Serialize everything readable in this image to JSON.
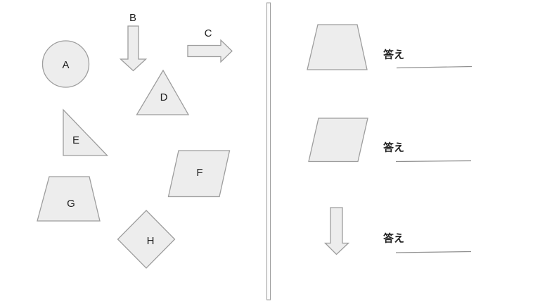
{
  "worksheet": {
    "left_shapes": [
      {
        "label": "A",
        "shape": "circle"
      },
      {
        "label": "B",
        "shape": "arrow-down"
      },
      {
        "label": "C",
        "shape": "arrow-right"
      },
      {
        "label": "D",
        "shape": "triangle"
      },
      {
        "label": "E",
        "shape": "right-triangle"
      },
      {
        "label": "F",
        "shape": "parallelogram"
      },
      {
        "label": "G",
        "shape": "trapezoid"
      },
      {
        "label": "H",
        "shape": "diamond"
      }
    ],
    "right_items": [
      {
        "shape": "trapezoid",
        "answer_label": "答え",
        "answer_value": ""
      },
      {
        "shape": "parallelogram",
        "answer_label": "答え",
        "answer_value": ""
      },
      {
        "shape": "arrow-down",
        "answer_label": "答え",
        "answer_value": ""
      }
    ],
    "colors": {
      "background": "#ffffff",
      "shape_fill": "#ededed",
      "shape_stroke": "#9d9d9d",
      "label_color": "#1f1f1f",
      "answer_line_color": "#8f8f8f"
    }
  }
}
